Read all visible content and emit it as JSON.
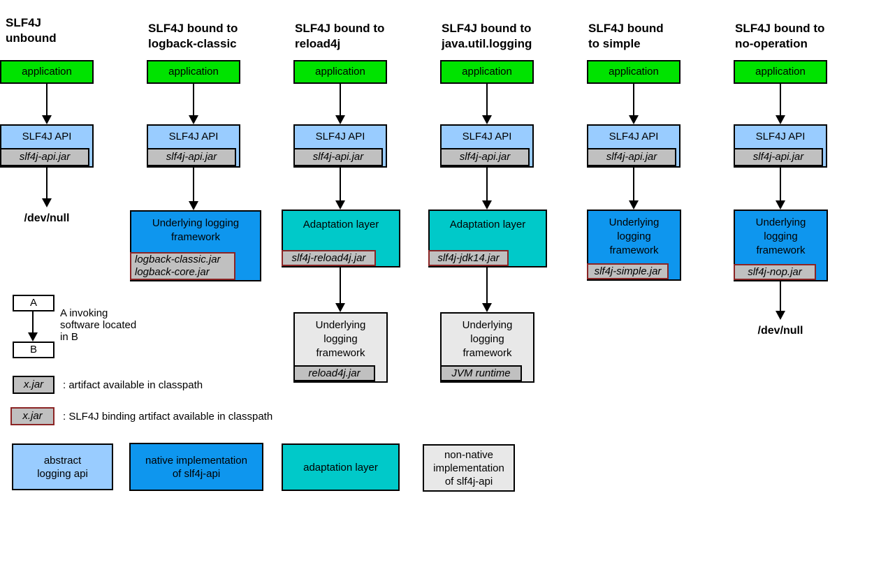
{
  "colors": {
    "application_green": "#00e300",
    "api_light_blue": "#99ccff",
    "native_blue": "#0e96ee",
    "adapter_teal": "#00c9c9",
    "nonnative_gray": "#e8e8e8",
    "jar_gray": "#c0c0c0",
    "binding_border_maroon": "#8b2424"
  },
  "columns": [
    {
      "id": "unbound",
      "title_lines": [
        "SLF4J",
        "unbound"
      ],
      "app_label": "application",
      "api_label": "SLF4J API",
      "api_jar": "slf4j-api.jar",
      "blocks": [],
      "sink_label": "/dev/null"
    },
    {
      "id": "logback-classic",
      "title_lines": [
        "SLF4J bound to",
        "logback-classic"
      ],
      "app_label": "application",
      "api_label": "SLF4J API",
      "api_jar": "slf4j-api.jar",
      "blocks": [
        {
          "kind": "native",
          "label_lines": [
            "Underlying logging",
            "framework"
          ],
          "jar_lines": [
            "logback-classic.jar",
            "logback-core.jar"
          ],
          "jar_style": "binding"
        }
      ]
    },
    {
      "id": "reload4j",
      "title_lines": [
        "SLF4J bound to",
        "reload4j"
      ],
      "app_label": "application",
      "api_label": "SLF4J API",
      "api_jar": "slf4j-api.jar",
      "blocks": [
        {
          "kind": "adapter",
          "label_lines": [
            "Adaptation layer"
          ],
          "jar_lines": [
            "slf4j-reload4j.jar"
          ],
          "jar_style": "binding"
        },
        {
          "kind": "nonnative",
          "label_lines": [
            "Underlying",
            "logging",
            "framework"
          ],
          "jar_lines": [
            "reload4j.jar"
          ],
          "jar_style": "plain"
        }
      ]
    },
    {
      "id": "java-util-logging",
      "title_lines": [
        "SLF4J bound to",
        "java.util.logging"
      ],
      "app_label": "application",
      "api_label": "SLF4J API",
      "api_jar": "slf4j-api.jar",
      "blocks": [
        {
          "kind": "adapter",
          "label_lines": [
            "Adaptation layer"
          ],
          "jar_lines": [
            "slf4j-jdk14.jar"
          ],
          "jar_style": "binding"
        },
        {
          "kind": "nonnative",
          "label_lines": [
            "Underlying",
            "logging",
            "framework"
          ],
          "jar_lines": [
            "JVM runtime"
          ],
          "jar_style": "plain"
        }
      ]
    },
    {
      "id": "simple",
      "title_lines": [
        "SLF4J bound",
        "to simple"
      ],
      "app_label": "application",
      "api_label": "SLF4J API",
      "api_jar": "slf4j-api.jar",
      "blocks": [
        {
          "kind": "native",
          "label_lines": [
            "Underlying",
            "logging",
            "framework"
          ],
          "jar_lines": [
            "slf4j-simple.jar"
          ],
          "jar_style": "binding"
        }
      ]
    },
    {
      "id": "no-operation",
      "title_lines": [
        "SLF4J bound to",
        "no-operation"
      ],
      "app_label": "application",
      "api_label": "SLF4J API",
      "api_jar": "slf4j-api.jar",
      "blocks": [
        {
          "kind": "native",
          "label_lines": [
            "Underlying",
            "logging",
            "framework"
          ],
          "jar_lines": [
            "slf4j-nop.jar"
          ],
          "jar_style": "binding"
        }
      ],
      "sink_label": "/dev/null"
    }
  ],
  "legend": {
    "invoke": {
      "a_label": "A",
      "b_label": "B",
      "text_lines": [
        "A invoking",
        "software located",
        "in B"
      ]
    },
    "jar_plain": {
      "label": "x.jar",
      "desc": ": artifact available in classpath"
    },
    "jar_binding": {
      "label": "x.jar",
      "desc": ": SLF4J binding artifact available in classpath"
    },
    "swatches": [
      {
        "kind": "api",
        "label_lines": [
          "abstract",
          "logging api"
        ]
      },
      {
        "kind": "native",
        "label_lines": [
          "native implementation",
          "of slf4j-api"
        ]
      },
      {
        "kind": "adapter",
        "label_lines": [
          "adaptation layer"
        ]
      },
      {
        "kind": "nonnative",
        "label_lines": [
          "non-native",
          "implementation",
          "of slf4j-api"
        ]
      }
    ]
  }
}
